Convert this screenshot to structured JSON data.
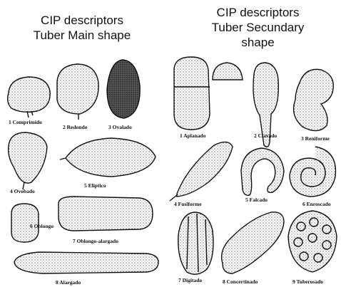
{
  "left_panel": {
    "title_line1": "CIP descriptors",
    "title_line2": "Tuber Main shape",
    "shapes": [
      {
        "label": "1 Comprimido"
      },
      {
        "label": "2 Redondo"
      },
      {
        "label": "3 Ovalado"
      },
      {
        "label": "4 Ovobado"
      },
      {
        "label": "5 Eliptico"
      },
      {
        "label": "6 Oblongo"
      },
      {
        "label": "7 Oblongo-alargado"
      },
      {
        "label": "8 Alargado"
      }
    ]
  },
  "right_panel": {
    "title_line1": "CIP descriptors",
    "title_line2": "Tuber Secundary",
    "title_line3": "shape",
    "shapes": [
      {
        "label": "1 Aplanado"
      },
      {
        "label": "2 Clavado"
      },
      {
        "label": "3 Reniforme"
      },
      {
        "label": "4 Fusiforme"
      },
      {
        "label": "5 Falcado"
      },
      {
        "label": "6 Enroscado"
      },
      {
        "label": "7 Digitado"
      },
      {
        "label": "8 Concertinado"
      },
      {
        "label": "9 Tuberosado"
      }
    ]
  }
}
